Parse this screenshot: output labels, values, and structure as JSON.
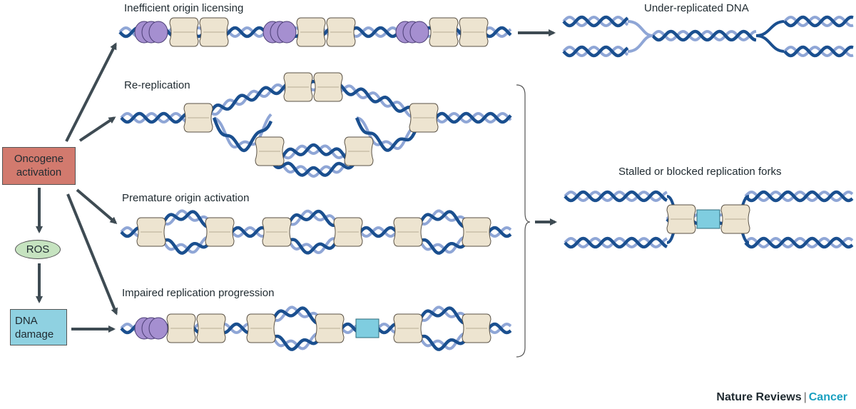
{
  "labels": {
    "licensing": "Inefficient origin licensing",
    "under": "Under-replicated DNA",
    "rereplication": "Re-replication",
    "stalled": "Stalled or blocked replication forks",
    "premature": "Premature origin activation",
    "impaired": "Impaired replication progression"
  },
  "nodes": {
    "oncogene": [
      "Oncogene",
      "activation"
    ],
    "ros": "ROS",
    "damage": [
      "DNA",
      "damage"
    ]
  },
  "credit": {
    "journal": "Nature Reviews",
    "separator": "|",
    "section": "Cancer"
  },
  "colors": {
    "dna_dark": "#1a4f8f",
    "dna_light": "#8fa6d6",
    "mcm": "#ede4d0",
    "orc": "#a58fd0",
    "block": "#7fcde0",
    "oncogene": "#d27a6e",
    "damage": "#8fd1e1",
    "ros": "#c6e3c0",
    "arrow": "#3e4b53"
  }
}
